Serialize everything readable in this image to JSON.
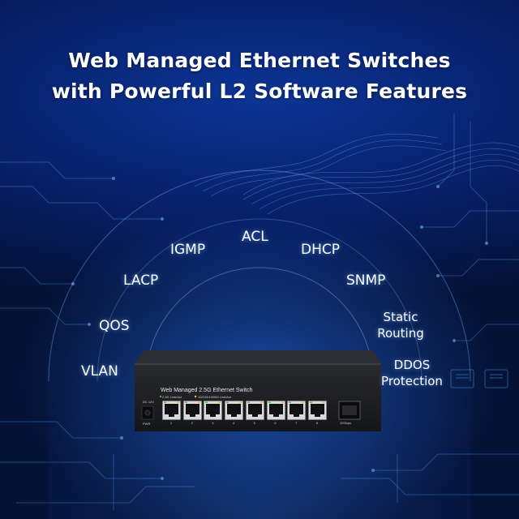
{
  "headline": {
    "line1": "Web Managed Ethernet Switches",
    "line2": "with Powerful L2 Software Features"
  },
  "features": [
    {
      "label": "ACL"
    },
    {
      "label": "IGMP"
    },
    {
      "label": "DHCP"
    },
    {
      "label": "LACP"
    },
    {
      "label": "SNMP"
    },
    {
      "label": "QOS"
    },
    {
      "label": "Static",
      "label2": "Routing"
    },
    {
      "label": "VLAN"
    },
    {
      "label": "DDOS",
      "label2": "Protection"
    }
  ],
  "device": {
    "title": "Web Managed 2.5G Ethernet Switch",
    "legend_a": "2.5G Link/Act",
    "legend_b": "10/100/1000M Link/Act",
    "dc_label": "DC 12V",
    "pwr_label": "PWR",
    "sfp_label": "10Gbps",
    "ports": [
      "1",
      "2",
      "3",
      "4",
      "5",
      "6",
      "7",
      "8"
    ]
  },
  "colors": {
    "background": "#072266",
    "glow": "#2a78ff",
    "text": "#ffffff",
    "device_body": "#1b1c1f"
  }
}
